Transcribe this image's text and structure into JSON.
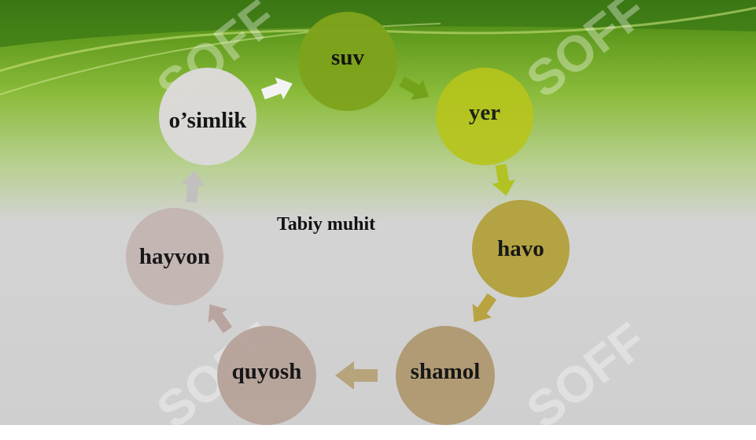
{
  "center_label": "Tabiy muhit",
  "nodes": [
    {
      "id": "suv",
      "label": "suv",
      "color": "#7ea31c"
    },
    {
      "id": "yer",
      "label": "yer",
      "color": "#b7c51c"
    },
    {
      "id": "havo",
      "label": "havo",
      "color": "#b3a23e"
    },
    {
      "id": "shamol",
      "label": "shamol",
      "color": "#b09a72"
    },
    {
      "id": "quyosh",
      "label": "quyosh",
      "color": "#b7a49b"
    },
    {
      "id": "hayvon",
      "label": "hayvon",
      "color": "#c4b6b2"
    },
    {
      "id": "osimlik",
      "label": "o’simlik",
      "color": "#dddada"
    }
  ],
  "arrow_colors": [
    "#f3f3f3",
    "#74a31b",
    "#b1c223",
    "#b8a340",
    "#b7a47c",
    "#b9a5a0",
    "#c2bfbf"
  ],
  "watermark": "SOFF"
}
